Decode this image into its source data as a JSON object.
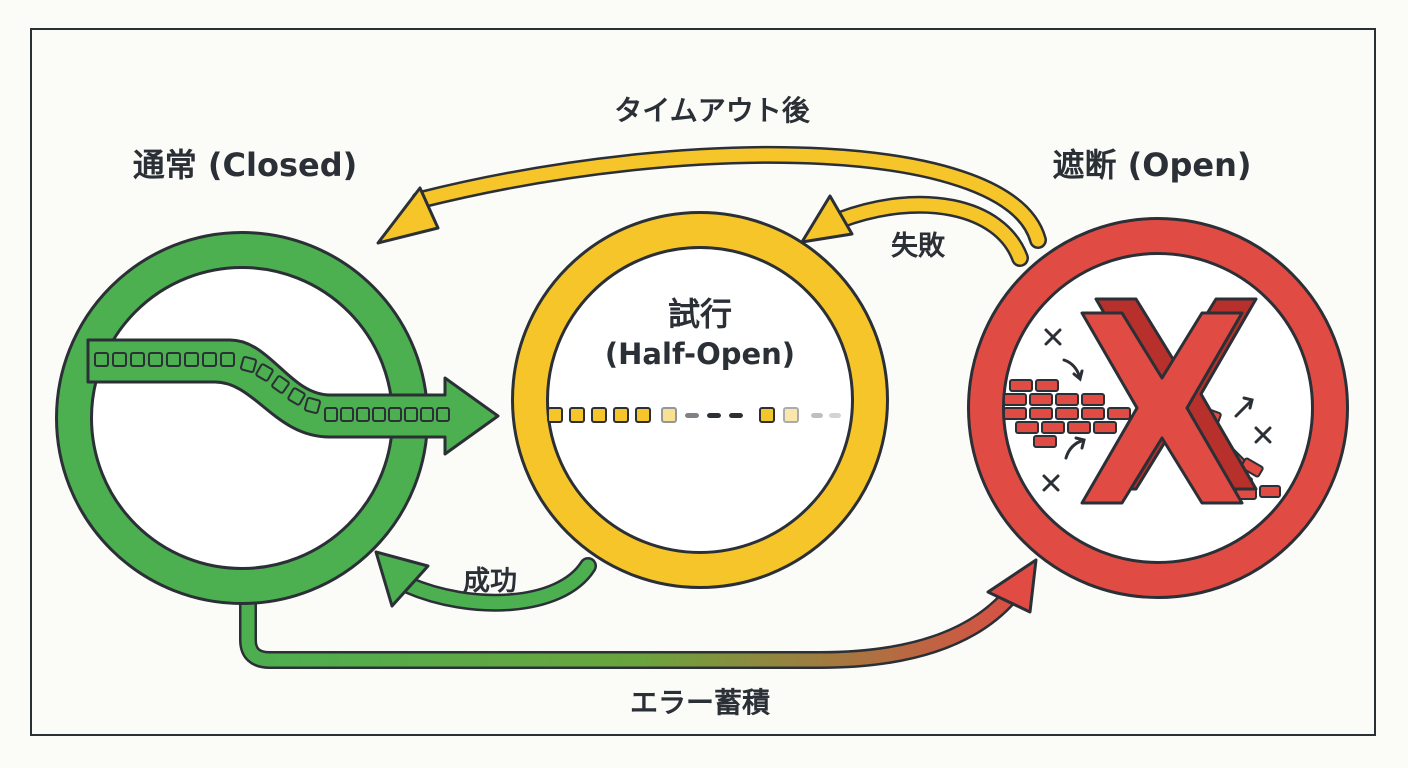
{
  "states": {
    "closed": {
      "label": "通常 (Closed)",
      "color": "#4caf50"
    },
    "half_open": {
      "label_line1": "試行",
      "label_line2": "(Half-Open)",
      "color": "#f5c52a"
    },
    "open": {
      "label": "遮断 (Open)",
      "color": "#e04b44"
    }
  },
  "transitions": {
    "timeout": "タイムアウト後",
    "failure": "失敗",
    "success": "成功",
    "error_accumulation": "エラー蓄積"
  },
  "colors": {
    "outline": "#2b2f36",
    "background": "#fbfbf8",
    "green": "#4caf50",
    "yellow": "#f5c52a",
    "red": "#e04b44"
  }
}
